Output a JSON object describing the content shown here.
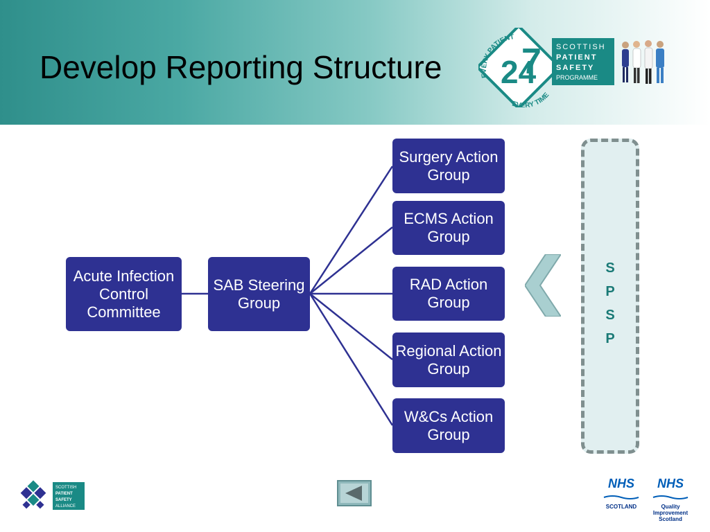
{
  "title": "Develop Reporting Structure",
  "colors": {
    "box": "#2e3192",
    "panel_text": "#1a7a76",
    "header_start": "#2f8f8b"
  },
  "spsp_logo": {
    "top_arc": "EVERY PATIENT",
    "numbers": "24",
    "seven": "7",
    "bottom_arc": "EVERY TIME",
    "lines": [
      "SCOTTISH",
      "PATIENT",
      "SAFETY",
      "PROGRAMME"
    ]
  },
  "diagram": {
    "root": "Acute Infection Control Committee",
    "hub": "SAB Steering Group",
    "groups": [
      "Surgery Action Group",
      "ECMS Action Group",
      "RAD Action Group",
      "Regional Action Group",
      "W&Cs Action Group"
    ]
  },
  "side_panel": {
    "letters": [
      "S",
      "P",
      "S",
      "P"
    ]
  },
  "footer": {
    "alliance_lines": [
      "SCOTTISH",
      "PATIENT",
      "SAFETY",
      "ALLIANCE"
    ],
    "back_icon": "back-triangle-icon",
    "nhs_logos": [
      {
        "badge": "NHS",
        "sub": [
          "SCOTLAND"
        ]
      },
      {
        "badge": "NHS",
        "sub": [
          "Quality",
          "Improvement",
          "Scotland"
        ]
      }
    ]
  }
}
